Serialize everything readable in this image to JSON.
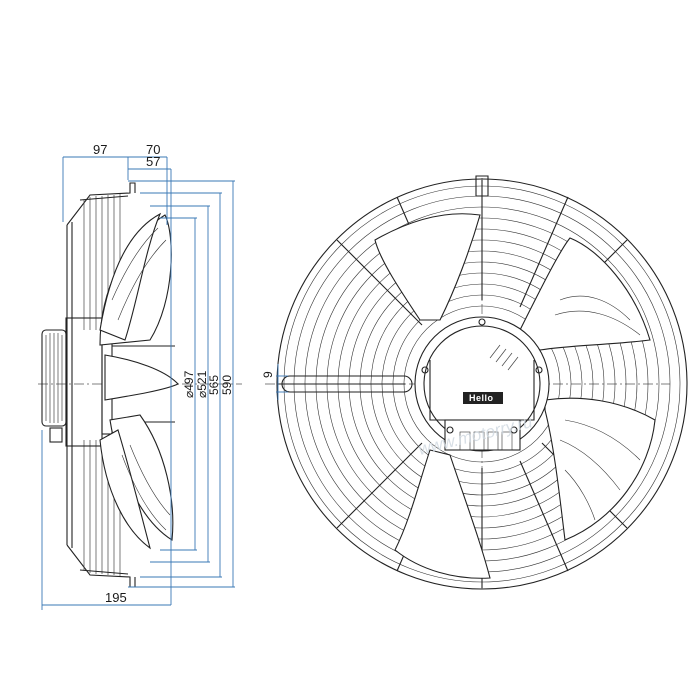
{
  "side_view": {
    "dimensions": {
      "top_97": "97",
      "top_70": "70",
      "top_57": "57",
      "bottom_195": "195",
      "dia_497": "⌀497",
      "dia_521": "⌀521",
      "dia_565": "565",
      "dia_590": "590"
    }
  },
  "front_view": {
    "mount_hole": "9",
    "logo": "Hello",
    "watermark": "www.motorry.ru"
  },
  "colors": {
    "dimension_line": "#3a78b5",
    "ink": "#222222",
    "logo_fill": "#222222"
  }
}
